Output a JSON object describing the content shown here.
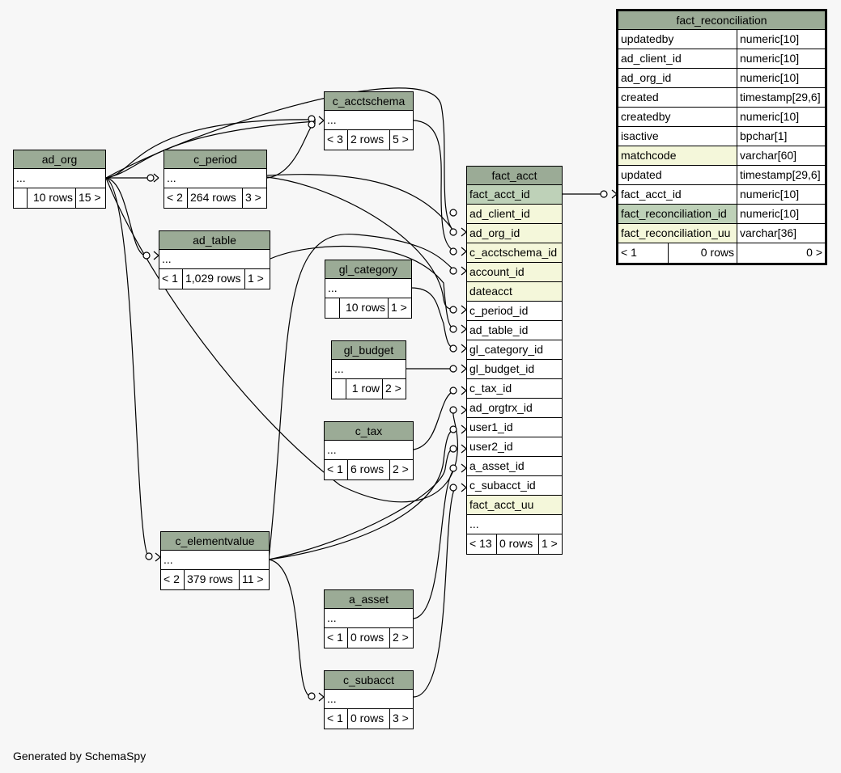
{
  "footer": {
    "credit": "Generated by SchemaSpy"
  },
  "tables": {
    "ad_org": {
      "name": "ad_org",
      "ellipsis": "...",
      "foot": [
        "",
        "10 rows",
        "15 >"
      ]
    },
    "c_period": {
      "name": "c_period",
      "ellipsis": "...",
      "foot": [
        "< 2",
        "264 rows",
        "3 >"
      ]
    },
    "c_acctschema": {
      "name": "c_acctschema",
      "ellipsis": "...",
      "foot": [
        "< 3",
        "2 rows",
        "5 >"
      ]
    },
    "ad_table": {
      "name": "ad_table",
      "ellipsis": "...",
      "foot": [
        "< 1",
        "1,029 rows",
        "1 >"
      ]
    },
    "gl_category": {
      "name": "gl_category",
      "ellipsis": "...",
      "foot": [
        "",
        "10 rows",
        "1 >"
      ]
    },
    "gl_budget": {
      "name": "gl_budget",
      "ellipsis": "...",
      "foot": [
        "",
        "1 row",
        "2 >"
      ]
    },
    "c_tax": {
      "name": "c_tax",
      "ellipsis": "...",
      "foot": [
        "< 1",
        "6 rows",
        "2 >"
      ]
    },
    "c_elementvalue": {
      "name": "c_elementvalue",
      "ellipsis": "...",
      "foot": [
        "< 2",
        "379 rows",
        "11 >"
      ]
    },
    "a_asset": {
      "name": "a_asset",
      "ellipsis": "...",
      "foot": [
        "< 1",
        "0 rows",
        "2 >"
      ]
    },
    "c_subacct": {
      "name": "c_subacct",
      "ellipsis": "...",
      "foot": [
        "< 1",
        "0 rows",
        "3 >"
      ]
    },
    "fact_acct": {
      "name": "fact_acct",
      "columns": [
        "fact_acct_id",
        "ad_client_id",
        "ad_org_id",
        "c_acctschema_id",
        "account_id",
        "dateacct",
        "c_period_id",
        "ad_table_id",
        "gl_category_id",
        "gl_budget_id",
        "c_tax_id",
        "ad_orgtrx_id",
        "user1_id",
        "user2_id",
        "a_asset_id",
        "c_subacct_id",
        "fact_acct_uu"
      ],
      "ellipsis": "...",
      "foot": [
        "< 13",
        "0 rows",
        "1 >"
      ]
    },
    "fact_reconciliation": {
      "name": "fact_reconciliation",
      "columns": [
        {
          "name": "updatedby",
          "type": "numeric[10]"
        },
        {
          "name": "ad_client_id",
          "type": "numeric[10]"
        },
        {
          "name": "ad_org_id",
          "type": "numeric[10]"
        },
        {
          "name": "created",
          "type": "timestamp[29,6]"
        },
        {
          "name": "createdby",
          "type": "numeric[10]"
        },
        {
          "name": "isactive",
          "type": "bpchar[1]"
        },
        {
          "name": "matchcode",
          "type": "varchar[60]"
        },
        {
          "name": "updated",
          "type": "timestamp[29,6]"
        },
        {
          "name": "fact_acct_id",
          "type": "numeric[10]"
        },
        {
          "name": "fact_reconciliation_id",
          "type": "numeric[10]"
        },
        {
          "name": "fact_reconciliation_uu",
          "type": "varchar[36]"
        }
      ],
      "foot": [
        "< 1",
        "0 rows",
        "0 >"
      ]
    }
  },
  "colors": {
    "header": "#9bab96",
    "primary_key": "#bed1b8",
    "indexed": "#f4f7da",
    "background": "#f7f7f7"
  }
}
